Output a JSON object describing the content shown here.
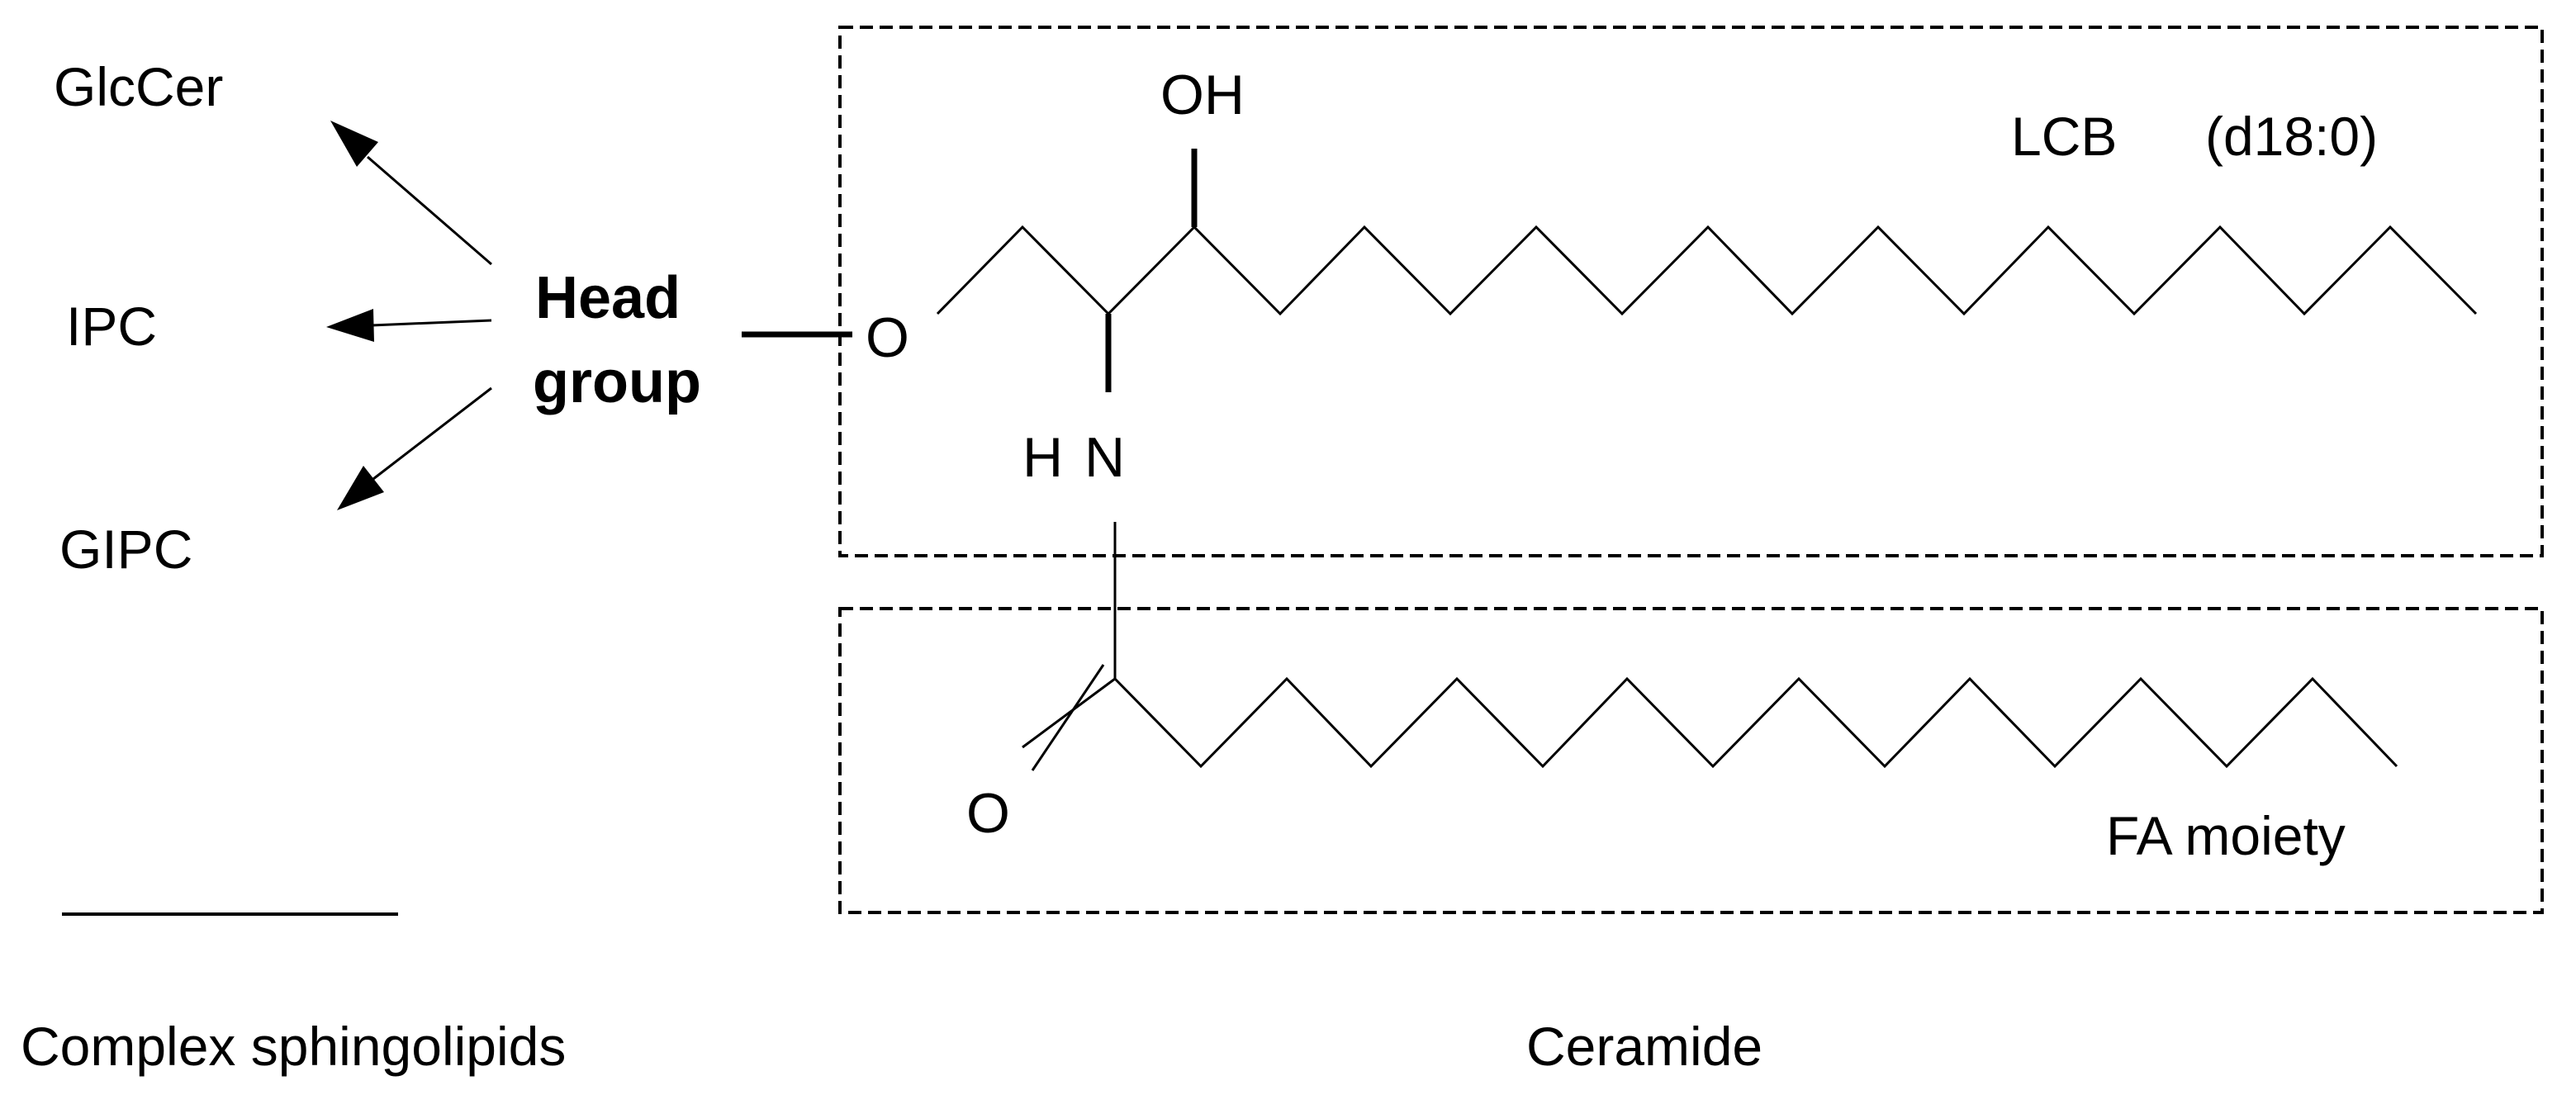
{
  "complex_sphingolipids": {
    "items": [
      "GlcCer",
      "IPC",
      "GIPC"
    ],
    "head_group_line1": "Head",
    "head_group_line2": "group",
    "caption": "Complex sphingolipids"
  },
  "ceramide": {
    "caption": "Ceramide",
    "lcb_label": "LCB",
    "lcb_notation": "(d18:0)",
    "fa_label": "FA moiety",
    "atoms": {
      "ether_oxygen": "O",
      "hydroxyl": "OH",
      "amine_h": "H",
      "amine_n": "N",
      "carbonyl_oxygen": "O"
    }
  }
}
